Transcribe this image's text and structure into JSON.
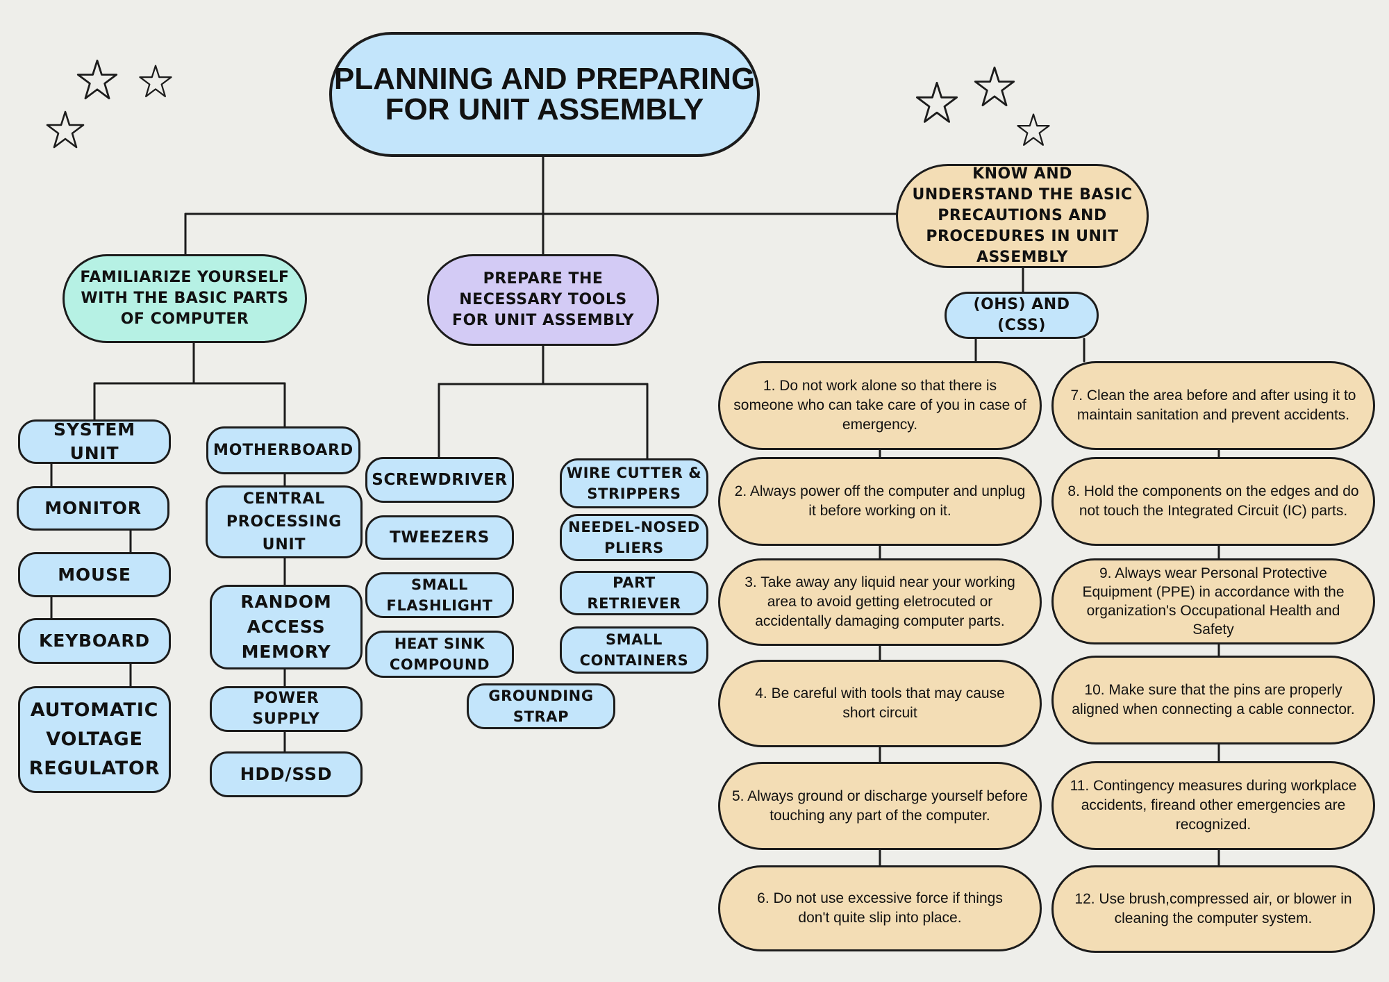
{
  "title": "PLANNING AND PREPARING FOR UNIT ASSEMBLY",
  "categories": {
    "parts": "FAMILIARIZE YOURSELF WITH THE BASIC PARTS OF COMPUTER",
    "tools": "PREPARE THE NECESSARY TOOLS FOR UNIT ASSEMBLY",
    "precautions": "KNOW AND UNDERSTAND THE BASIC PRECAUTIONS AND PROCEDURES IN UNIT ASSEMBLY"
  },
  "standards_label": "(OHS) AND (CSS)",
  "parts_left": [
    "SYSTEM UNIT",
    "MONITOR",
    "MOUSE",
    "KEYBOARD",
    "AUTOMATIC VOLTAGE REGULATOR"
  ],
  "parts_right": [
    "MOTHERBOARD",
    "CENTRAL PROCESSING UNIT",
    "RANDOM ACCESS MEMORY",
    "POWER SUPPLY",
    "HDD/SSD"
  ],
  "tools_left": [
    "SCREWDRIVER",
    "TWEEZERS",
    "SMALL FLASHLIGHT",
    "HEAT SINK COMPOUND"
  ],
  "tools_right": [
    "WIRE CUTTER & STRIPPERS",
    "NEEDEL-NOSED PLIERS",
    "PART RETRIEVER",
    "SMALL CONTAINERS"
  ],
  "tools_bottom": "GROUNDING STRAP",
  "precautions_left": [
    "1.      Do not work alone so that there is someone who can take care of you in case of emergency.",
    "2.       Always power off the computer and unplug it before working on it.",
    "3.  Take away any liquid near your working area to avoid getting eletrocuted or accidentally damaging computer parts.",
    "4.    Be careful with tools that may cause short circuit",
    "5.    Always ground or discharge yourself before touching any part of the computer.",
    "6.    Do not use excessive force if things don't quite slip into place."
  ],
  "precautions_right": [
    "7.     Clean the area before and after using it to maintain sanitation and prevent accidents.",
    "8.   Hold the components on the edges and do not touch the Integrated Circuit (IC) parts.",
    "9.    Always wear Personal Protective Equipment (PPE)  in accordance with the organization's Occupational Health and Safety",
    "10.   Make sure that the pins are properly aligned when connecting a cable connector.",
    "11.      Contingency measures during workplace accidents, fireand other emergencies are recognized.",
    "12.   Use brush,compressed air, or blower in cleaning the computer system."
  ],
  "colors": {
    "background": "#eeeeea",
    "title_fill": "#c3e5fb",
    "parts_fill": "#b6f1e4",
    "tools_fill": "#d3cbf5",
    "precautions_fill": "#f3ddb5",
    "item_fill": "#c3e5fb",
    "outline": "#1c1c1c"
  },
  "icons": [
    "star-icon"
  ]
}
